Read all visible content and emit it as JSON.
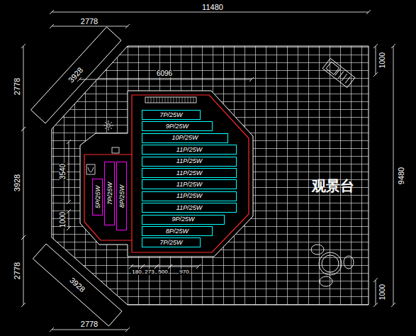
{
  "diagram": {
    "nodes": [
      {
        "text": [
          "7P/25W"
        ]
      },
      {
        "text": [
          "9P/25W"
        ]
      },
      {
        "text": [
          "10P/25W"
        ]
      },
      {
        "text": [
          "11P/25W"
        ]
      },
      {
        "text": [
          "11P/25W"
        ]
      },
      {
        "text": [
          "11P/25W"
        ]
      },
      {
        "text": [
          "11P/25W"
        ]
      },
      {
        "text": [
          "11P/25W"
        ]
      },
      {
        "text": [
          "11P/25W"
        ]
      },
      {
        "text": [
          "9P/25W"
        ]
      },
      {
        "text": [
          "8P/25W"
        ]
      },
      {
        "text": [
          "7P/25W"
        ]
      },
      {
        "text": [
          "5P/25W"
        ]
      },
      {
        "text": [
          "7P/25W"
        ]
      },
      {
        "text": [
          "8P/25W"
        ]
      }
    ],
    "labels": [
      "11480",
      "2778",
      "3928",
      "2778",
      "3928",
      "2778",
      "3540",
      "1000",
      "6096",
      "3928",
      "2778",
      "9480",
      "1000",
      "1000",
      "观景台",
      "180",
      "273",
      "500",
      "970"
    ]
  }
}
